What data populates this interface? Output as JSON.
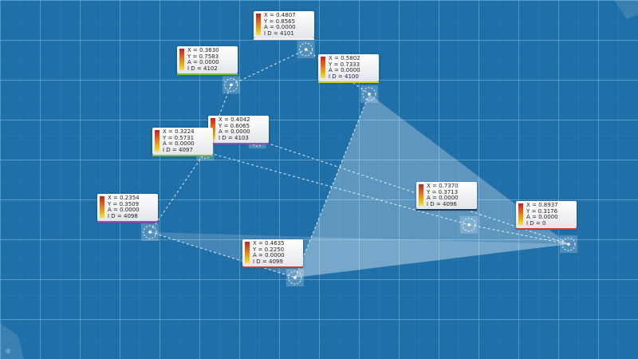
{
  "view": {
    "background": "#1f6fa8",
    "grid_color": "#5fa8d6",
    "edge_color": "#ffffff"
  },
  "points": [
    {
      "id": 4101,
      "x": 0.4807,
      "y": 0.8565,
      "a": 0.0,
      "accent": "#f2f2f2",
      "lines": [
        "X = 0.4807",
        "Y = 0.8565",
        "A = 0.0000",
        "I D = 4101"
      ]
    },
    {
      "id": 4102,
      "x": 0.363,
      "y": 0.7583,
      "a": 0.0,
      "accent": "#7fbf3f",
      "lines": [
        "X = 0.3630",
        "Y = 0.7583",
        "A = 0.0000",
        "I D = 4102"
      ]
    },
    {
      "id": 4100,
      "x": 0.5802,
      "y": 0.7333,
      "a": 0.0,
      "accent": "#c9cf2a",
      "lines": [
        "X = 0.5802",
        "Y = 0.7333",
        "A = 0.0000",
        "I D = 4100"
      ]
    },
    {
      "id": 4103,
      "x": 0.4042,
      "y": 0.6065,
      "a": 0.0,
      "accent": "#b83fa8",
      "lines": [
        "X = 0.4042",
        "Y = 0.6065",
        "A = 0.0000",
        "I D = 4103"
      ]
    },
    {
      "id": 4097,
      "x": 0.3224,
      "y": 0.5731,
      "a": 0.0,
      "accent": "#7fbf3f",
      "lines": [
        "X = 0.3224",
        "Y = 0.5731",
        "A = 0.0000",
        "I D = 4097"
      ]
    },
    {
      "id": 4098,
      "x": 0.2354,
      "y": 0.3509,
      "a": 0.0,
      "accent": "#b83fa8",
      "lines": [
        "X = 0.2354",
        "Y = 0.3509",
        "A = 0.0000",
        "I D = 4098"
      ]
    },
    {
      "id": 4099,
      "x": 0.4635,
      "y": 0.225,
      "a": 0.0,
      "accent": "#d9381e",
      "lines": [
        "X = 0.4635",
        "Y = 0.2250",
        "A = 0.0000",
        "I D = 4099"
      ]
    },
    {
      "id": 4096,
      "x": 0.737,
      "y": 0.3713,
      "a": 0.0,
      "accent": "#1b3a5c",
      "lines": [
        "X = 0.7370",
        "Y = 0.3713",
        "A = 0.0000",
        "I D = 4096"
      ]
    },
    {
      "id": 0,
      "x": 0.8937,
      "y": 0.3176,
      "a": 0.0,
      "accent": "#d9381e",
      "lines": [
        "X = 0.8937",
        "Y = 0.3176",
        "A = 0.0000",
        "I D = 0"
      ]
    }
  ],
  "edges": [
    [
      4098,
      4097
    ],
    [
      4097,
      4102
    ],
    [
      4102,
      4101
    ],
    [
      4101,
      4100
    ],
    [
      4103,
      0
    ],
    [
      4097,
      4096
    ],
    [
      4096,
      0
    ],
    [
      4098,
      4099
    ],
    [
      4099,
      4100
    ]
  ],
  "wedges": [
    [
      4100,
      0,
      4099
    ],
    [
      4099,
      0,
      4098
    ]
  ]
}
